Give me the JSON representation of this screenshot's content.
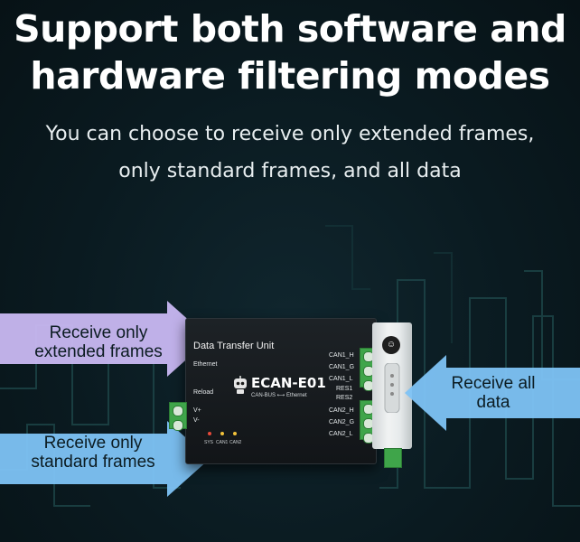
{
  "headline": {
    "line1": "Support both software and",
    "line2": "hardware filtering modes"
  },
  "subtitle": {
    "line1": "You can choose to receive only extended frames,",
    "line2": "only standard frames, and all data"
  },
  "arrows": {
    "extended": {
      "line1": "Receive only",
      "line2": "extended frames"
    },
    "standard": {
      "line1": "Receive only",
      "line2": "standard frames"
    },
    "all": {
      "line1": "Receive all",
      "line2": "data"
    }
  },
  "device": {
    "title": "Data Transfer Unit",
    "model": "ECAN-E01",
    "model_sub": "CAN-BUS ⟷ Ethernet",
    "left_labels": [
      "Ethernet",
      "Reload",
      "V+",
      "V-"
    ],
    "right_labels": [
      "CAN1_H",
      "CAN1_G",
      "CAN1_L",
      "RES1",
      "RES2",
      "CAN2_H",
      "CAN2_G",
      "CAN2_L"
    ],
    "led_labels": [
      "SYS",
      "CAN1",
      "CAN2"
    ]
  },
  "colors": {
    "arrow_purple": "#c9b8f2",
    "arrow_blue": "#7ec3f5",
    "background": "#0a1a20",
    "terminal_green": "#3fa54a"
  }
}
